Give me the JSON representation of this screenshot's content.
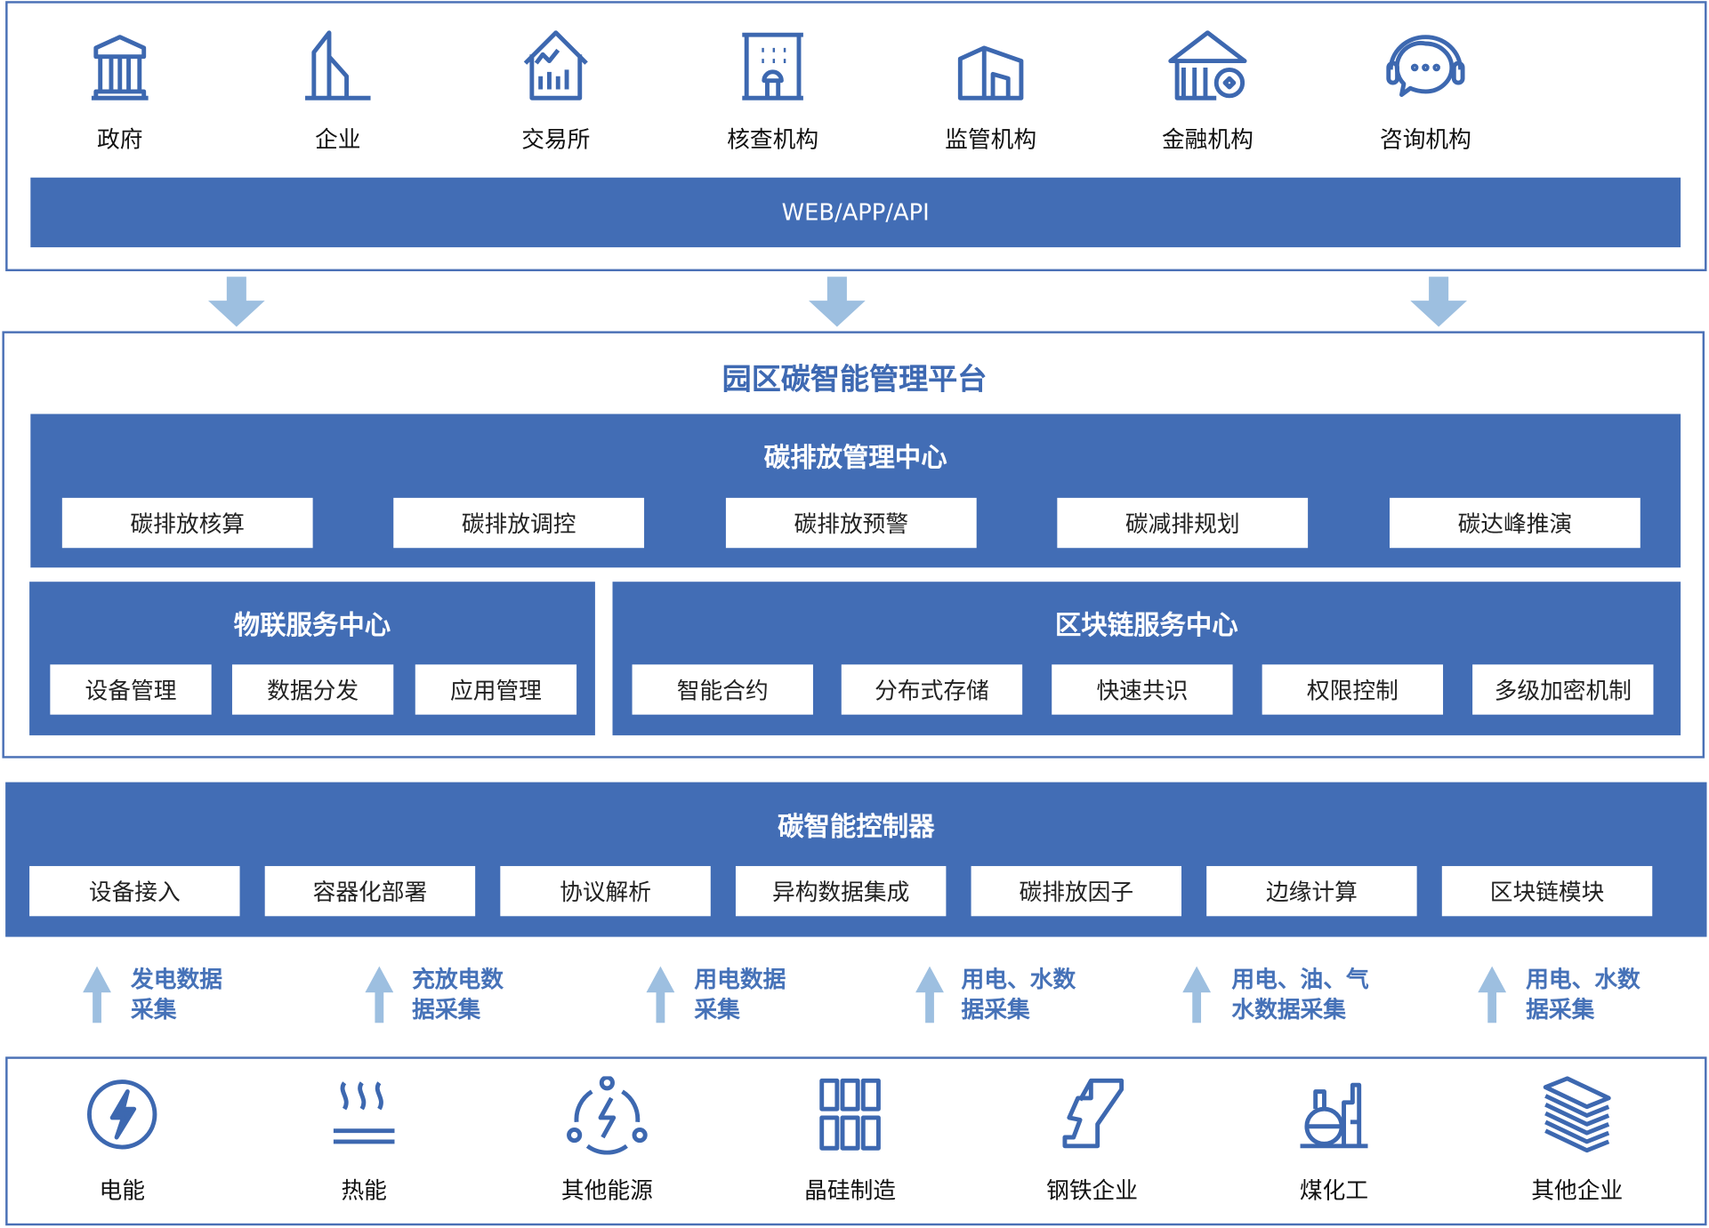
{
  "users": [
    {
      "label": "政府",
      "icon": "government-building-icon"
    },
    {
      "label": "企业",
      "icon": "enterprise-building-icon"
    },
    {
      "label": "交易所",
      "icon": "exchange-icon"
    },
    {
      "label": "核查机构",
      "icon": "verification-agency-icon"
    },
    {
      "label": "监管机构",
      "icon": "regulator-icon"
    },
    {
      "label": "金融机构",
      "icon": "bank-icon"
    },
    {
      "label": "咨询机构",
      "icon": "consulting-headset-icon"
    }
  ],
  "access_bar": "WEB/APP/API",
  "platform": {
    "title": "园区碳智能管理平台",
    "carbon_center": {
      "title": "碳排放管理中心",
      "items": [
        "碳排放核算",
        "碳排放调控",
        "碳排放预警",
        "碳减排规划",
        "碳达峰推演"
      ]
    },
    "iot_center": {
      "title": "物联服务中心",
      "items": [
        "设备管理",
        "数据分发",
        "应用管理"
      ]
    },
    "blockchain_center": {
      "title": "区块链服务中心",
      "items": [
        "智能合约",
        "分布式存储",
        "快速共识",
        "权限控制",
        "多级加密机制"
      ]
    }
  },
  "controller": {
    "title": "碳智能控制器",
    "items": [
      "设备接入",
      "容器化部署",
      "协议解析",
      "异构数据集成",
      "碳排放因子",
      "边缘计算",
      "区块链模块"
    ]
  },
  "collection": [
    [
      "发电数据",
      "采集"
    ],
    [
      "充放电数",
      "据采集"
    ],
    [
      "用电数据",
      "采集"
    ],
    [
      "用电、水数",
      "据采集"
    ],
    [
      "用电、油、气",
      "水数据采集"
    ],
    [
      "用电、水数",
      "据采集"
    ]
  ],
  "sources": [
    {
      "label": "电能",
      "icon": "electricity-icon"
    },
    {
      "label": "热能",
      "icon": "heat-icon"
    },
    {
      "label": "其他能源",
      "icon": "other-energy-icon"
    },
    {
      "label": "晶硅制造",
      "icon": "silicon-wafer-icon"
    },
    {
      "label": "钢铁企业",
      "icon": "steel-beam-icon"
    },
    {
      "label": "煤化工",
      "icon": "coal-chemical-icon"
    },
    {
      "label": "其他企业",
      "icon": "stacked-sheets-icon"
    }
  ],
  "colors": {
    "primary": "#426db5",
    "arrow": "#9dbfe0",
    "text_accent": "#4672b8"
  }
}
